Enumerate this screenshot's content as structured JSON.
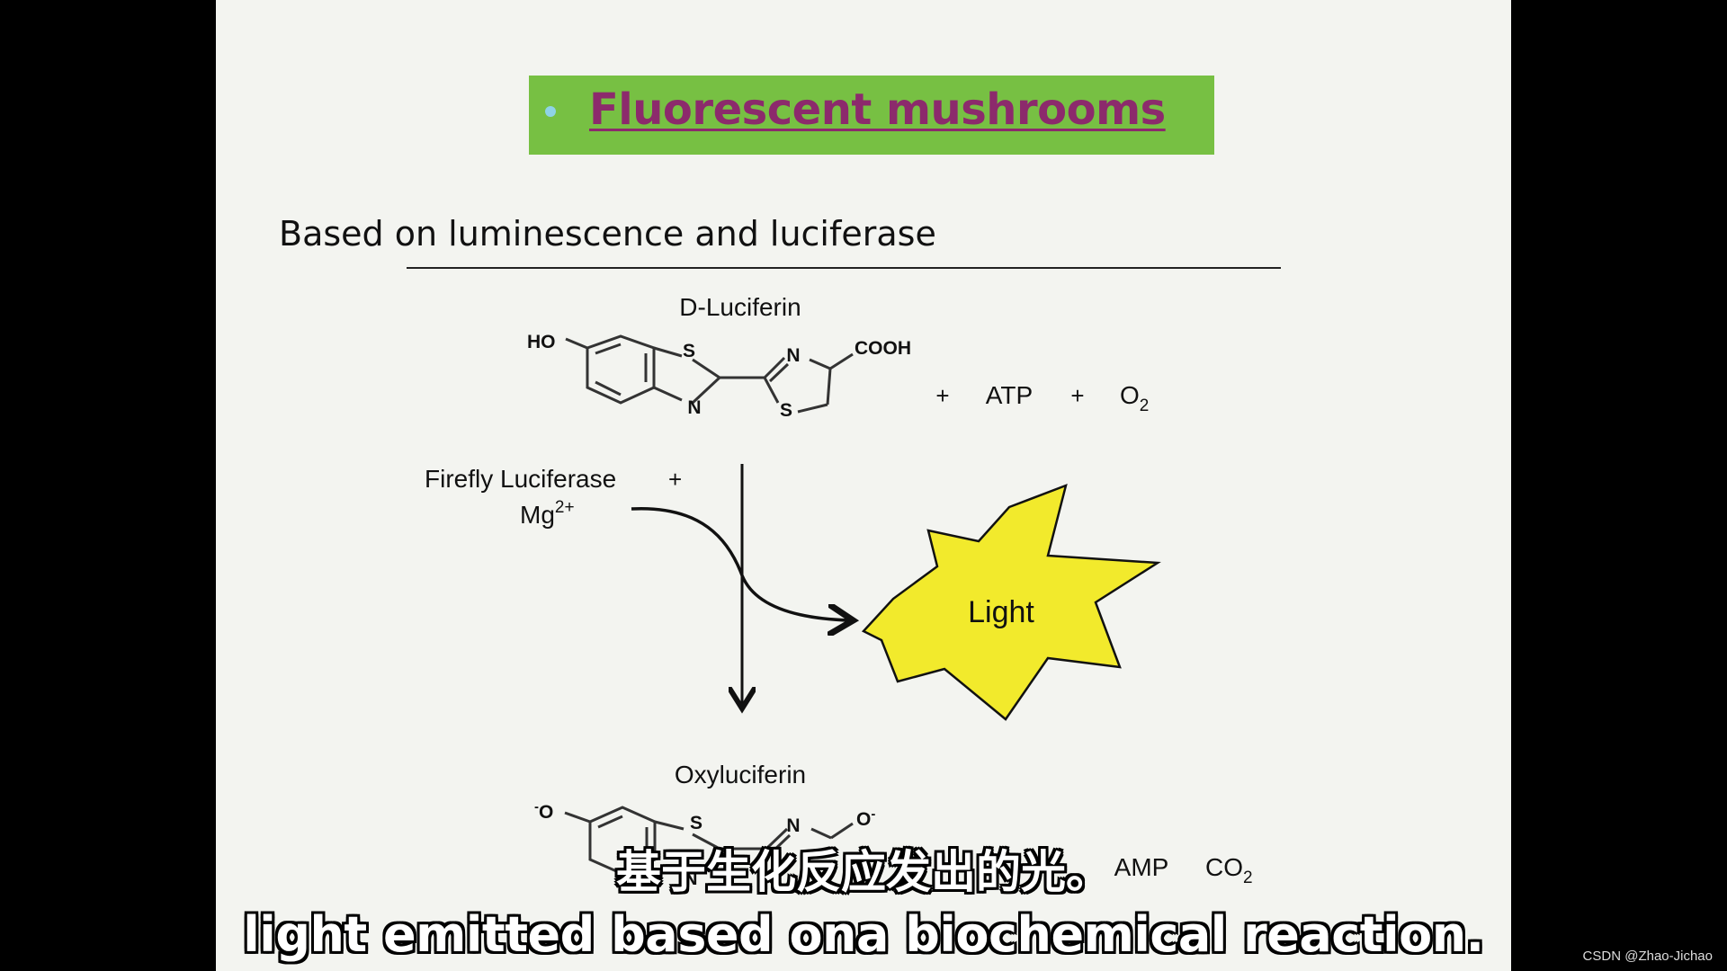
{
  "slide": {
    "title": "Fluorescent mushrooms",
    "subtitle": "Based on luminescence and luciferase"
  },
  "diagram": {
    "reactant_name": "D-Luciferin",
    "ho_label": "HO",
    "cooh_label": "COOH",
    "s_label": "S",
    "n_label": "N",
    "plus": "+",
    "atp": "ATP",
    "o2_main": "O",
    "o2_sub": "2",
    "enzyme_line1": "Firefly Luciferase",
    "enzyme_plus": "+",
    "mg_main": "Mg",
    "mg_sup": "2+",
    "light_label": "Light",
    "product_name": "Oxyluciferin",
    "o_label": "O",
    "o_sup": "-",
    "amp": "AMP",
    "co2_main": "CO",
    "co2_sub": "2",
    "colors": {
      "starburst": "#f2ea2c",
      "title_bar": "#77c043",
      "title_text": "#8c2a6c"
    }
  },
  "subtitles": {
    "chinese": "基于生化反应发出的光。",
    "english": "light emitted based ona biochemical reaction."
  },
  "watermark": "CSDN @Zhao-Jichao"
}
